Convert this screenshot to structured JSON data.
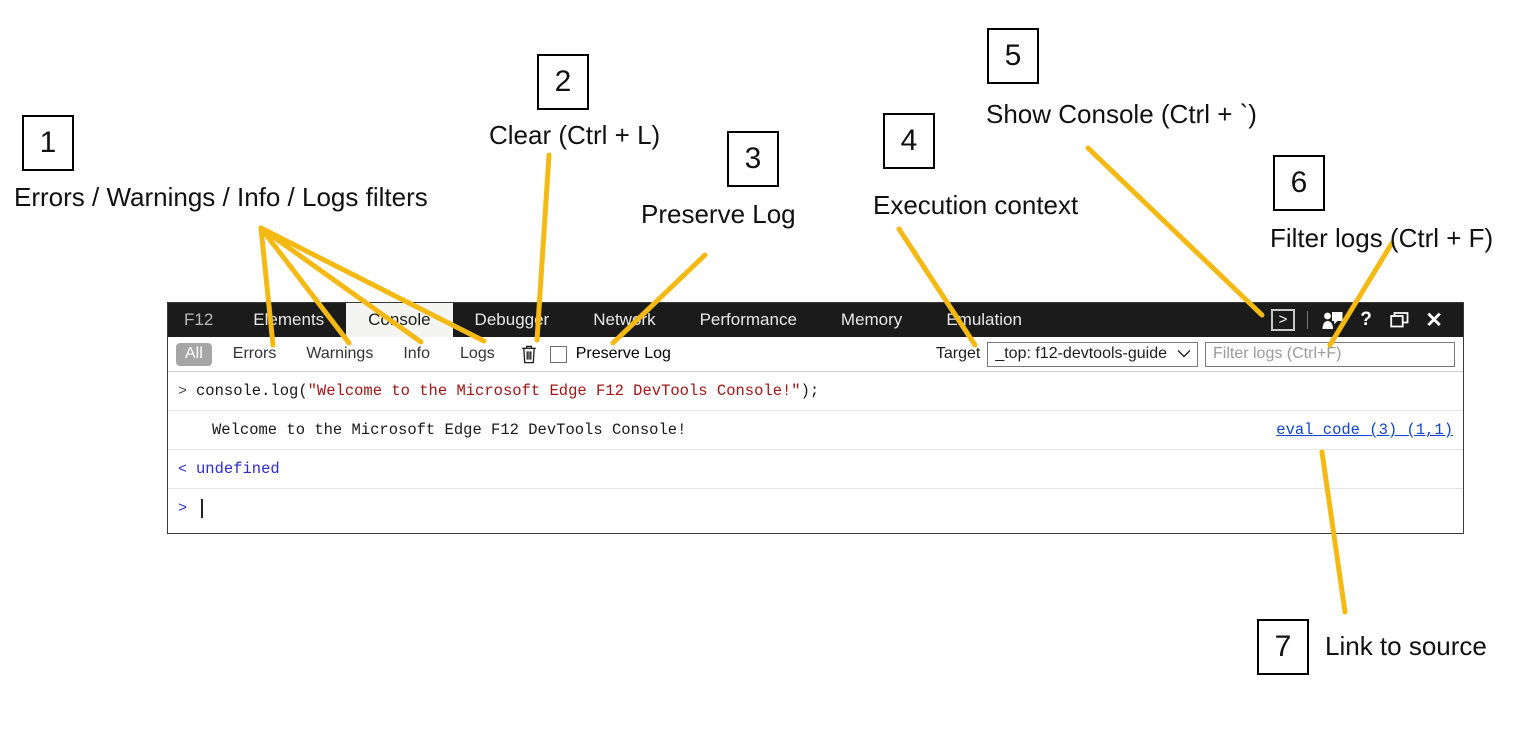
{
  "annotations": [
    {
      "num": "1",
      "label": "Errors / Warnings / Info / Logs filters"
    },
    {
      "num": "2",
      "label": "Clear (Ctrl + L)"
    },
    {
      "num": "3",
      "label": "Preserve Log"
    },
    {
      "num": "4",
      "label": "Execution context"
    },
    {
      "num": "5",
      "label": "Show Console (Ctrl + `)"
    },
    {
      "num": "6",
      "label": "Filter logs (Ctrl + F)"
    },
    {
      "num": "7",
      "label": "Link to source"
    }
  ],
  "colors": {
    "leader_line": "#F5B914",
    "tabstrip_bg": "#1B1B1B",
    "active_tab_bg": "#F4F4F2",
    "chip_selected_bg": "#A6A6A6",
    "string_literal": "#A31515",
    "link": "#1144CC",
    "undefined_value": "#2B2BD4"
  },
  "devtools": {
    "brand": "F12",
    "tabs": [
      {
        "label": "Elements",
        "active": false
      },
      {
        "label": "Console",
        "active": true
      },
      {
        "label": "Debugger",
        "active": false
      },
      {
        "label": "Network",
        "active": false
      },
      {
        "label": "Performance",
        "active": false
      },
      {
        "label": "Memory",
        "active": false
      },
      {
        "label": "Emulation",
        "active": false
      }
    ],
    "window_icons": [
      {
        "name": "show-console-icon",
        "glyph": ">"
      },
      {
        "name": "feedback-icon",
        "glyph": ""
      },
      {
        "name": "help-icon",
        "glyph": "?"
      },
      {
        "name": "dock-undock-icon",
        "glyph": ""
      },
      {
        "name": "close-icon",
        "glyph": "✕"
      }
    ],
    "filterbar": {
      "filters": [
        {
          "label": "All",
          "selected": true
        },
        {
          "label": "Errors",
          "selected": false
        },
        {
          "label": "Warnings",
          "selected": false
        },
        {
          "label": "Info",
          "selected": false
        },
        {
          "label": "Logs",
          "selected": false
        }
      ],
      "clear_icon": "trash-icon",
      "preserve_log_label": "Preserve Log",
      "preserve_log_checked": false,
      "target_label": "Target",
      "target_value": "_top: f12-devtools-guide",
      "filter_placeholder": "Filter logs (Ctrl+F)",
      "filter_value": ""
    },
    "console_rows": [
      {
        "type": "input",
        "gutter": ">",
        "code_plain_prefix": "console.log(",
        "code_string": "\"Welcome to the Microsoft Edge F12 DevTools Console!\"",
        "code_plain_suffix": ");"
      },
      {
        "type": "output",
        "gutter": "",
        "text": "Welcome to the Microsoft Edge F12 DevTools Console!",
        "source_link": "eval code (3) (1,1)"
      },
      {
        "type": "result",
        "gutter": "<",
        "text": "undefined"
      },
      {
        "type": "prompt",
        "gutter": ">",
        "text": ""
      }
    ]
  }
}
